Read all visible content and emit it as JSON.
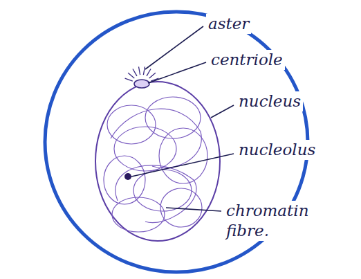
{
  "diagram": {
    "labels": [
      "aster",
      "centriole",
      "nucleus",
      "nucleolus",
      "chromatin fibre."
    ]
  }
}
